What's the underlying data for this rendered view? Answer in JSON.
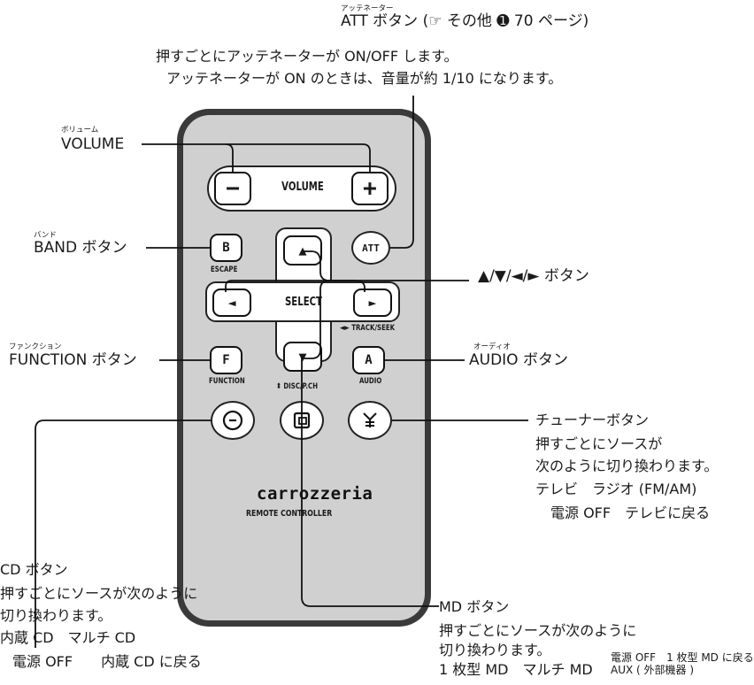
{
  "att": {
    "ruby": "アッテネーター",
    "title": "ATT ボタン (☞ その他 ➊ 70 ページ)",
    "line1": "押すごとにアッテネーターが ON/OFF します。",
    "line2": "アッテネーターが ON のときは、音量が約 1/10 になります。"
  },
  "volume": {
    "ruby": "ボリューム",
    "title": "VOLUME"
  },
  "band": {
    "ruby": "バンド",
    "title": "BAND ボタン"
  },
  "function": {
    "ruby": "ファンクション",
    "title": "FUNCTION ボタン"
  },
  "arrows": {
    "title": "▲/▼/◄/► ボタン"
  },
  "audio": {
    "ruby": "オーディオ",
    "title": "AUDIO ボタン"
  },
  "tuner": {
    "title": "チューナーボタン",
    "line1": "押すごとにソースが",
    "line2": "次のように切り換わります。",
    "line3": "テレビ　ラジオ (FM/AM)",
    "line4": "電源 OFF　テレビに戻る"
  },
  "cd": {
    "title": "CD ボタン",
    "line1": "押すごとにソースが次のように",
    "line2": "切り換わります。",
    "line3": "内蔵 CD　マルチ CD",
    "line4": "電源 OFF　　内蔵 CD に戻る"
  },
  "md": {
    "title": "MD ボタン",
    "line1": "押すごとにソースが次のように",
    "line2": "切り換わります。",
    "line3": "1 枚型 MD　マルチ MD",
    "line4": "AUX ( 外部機器 )",
    "line5": "電源 OFF　1 枚型 MD に戻る"
  },
  "remote": {
    "volume_label": "VOLUME",
    "minus": "−",
    "plus": "+",
    "att_label": "ATT",
    "b_label": "B",
    "escape_label": "ESCAPE",
    "up": "▲",
    "down": "▼",
    "left": "◄",
    "right": "►",
    "select_label": "SELECT",
    "track_label": "◄► TRACK/SEEK",
    "f_label": "F",
    "function_label": "FUNCTION",
    "disc_label": "⬍ DISC/P.CH",
    "a_label": "A",
    "audio_label": "AUDIO",
    "brand": "carrozzeria",
    "subtitle": "REMOTE CONTROLLER"
  },
  "colors": {
    "body": "#3a3a3a",
    "face": "#d0d0d0",
    "button": "#ffffff",
    "line": "#111111"
  }
}
